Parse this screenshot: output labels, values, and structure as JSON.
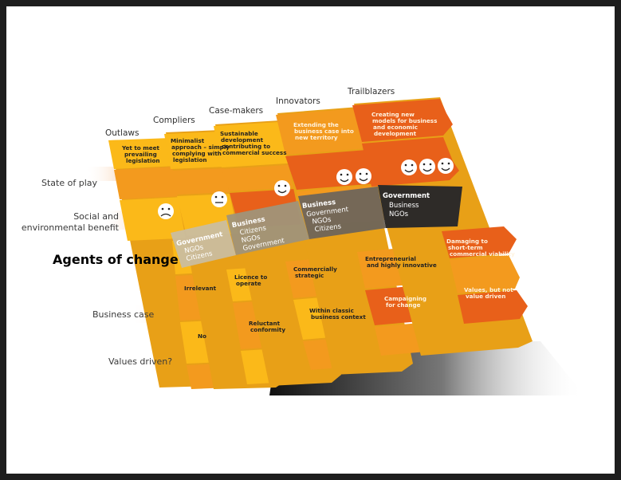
{
  "columns": [
    "Outlaws",
    "Compliers",
    "Case-makers",
    "Innovators",
    "Trailblazers"
  ],
  "rows": {
    "state_of_play": "State of play",
    "social_benefit_line1": "Social and",
    "social_benefit_line2": "environmental benefit",
    "agents_of_change": "Agents of change",
    "business_case": "Business case",
    "values_driven": "Values driven?"
  },
  "state_of_play_cells": {
    "outlaws": [
      "Yet to meet",
      "prevailing",
      "legislation"
    ],
    "compliers": [
      "Minimalist",
      "approach – simply",
      "complying with",
      "legislation"
    ],
    "case_makers": [
      "Sustainable",
      "development",
      "contributing to",
      "commercial success"
    ],
    "innovators": [
      "Extending the",
      "business case into",
      "new territory"
    ],
    "trailblazers": [
      "Creating new",
      "models for business",
      "and economic",
      "development"
    ]
  },
  "agents_bands": [
    {
      "head": "Government",
      "lines": [
        "NGOs",
        "Citizens"
      ]
    },
    {
      "head": "Business",
      "lines": [
        "Citizens",
        "NGOs",
        "Government"
      ]
    },
    {
      "head": "Business",
      "lines": [
        "Government",
        "NGOs",
        "Citizens"
      ]
    },
    {
      "head": "Government",
      "lines": [
        "Business",
        "NGOs"
      ]
    }
  ],
  "business_case_cells": {
    "outlaws": [
      "Irrelevant"
    ],
    "compliers": [
      "Licence to",
      "operate"
    ],
    "case_makers": [
      "Commercially",
      "strategic"
    ],
    "innovators": [
      "Entrepreneurial",
      "and highly innovative"
    ],
    "trailblazers": [
      "Damaging to",
      "short-term",
      "commercial viability"
    ]
  },
  "values_cells": {
    "outlaws": [
      "No"
    ],
    "compliers": [
      "Reluctant",
      "conformity"
    ],
    "case_makers": [
      "Within classic",
      "business context"
    ],
    "innovators": [
      "Campaigning",
      "for change"
    ],
    "trailblazers": [
      "Values, but not",
      "value driven"
    ]
  },
  "colors": {
    "yellow": "#fbb919",
    "orange": "#f39a1e",
    "deep_orange": "#e8601a",
    "band_light": "#b8ab8f",
    "band_dark": "#2e2b28"
  },
  "icons": {
    "sad": "sad-face-icon",
    "neutral": "neutral-face-icon",
    "happy": "happy-face-icon"
  }
}
